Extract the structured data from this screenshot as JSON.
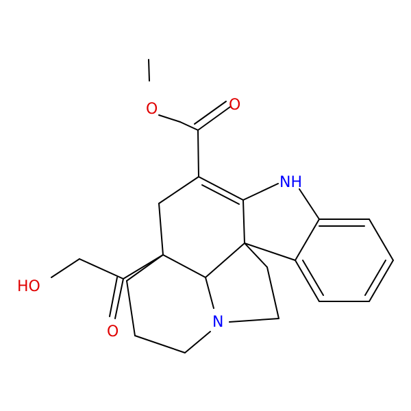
{
  "molecule": {
    "atoms": {
      "O_ester": {
        "text": "O",
        "color": "#e00000"
      },
      "O_carbonyl1": {
        "text": "O",
        "color": "#e00000"
      },
      "NH_indole": {
        "text": "NH",
        "color": "#0000ff"
      },
      "OH": {
        "text": "HO",
        "color": "#e00000"
      },
      "O_ketone": {
        "text": "O",
        "color": "#e00000"
      },
      "N_amine": {
        "text": "N",
        "color": "#0000ff"
      }
    },
    "bond_color": "#000000"
  }
}
